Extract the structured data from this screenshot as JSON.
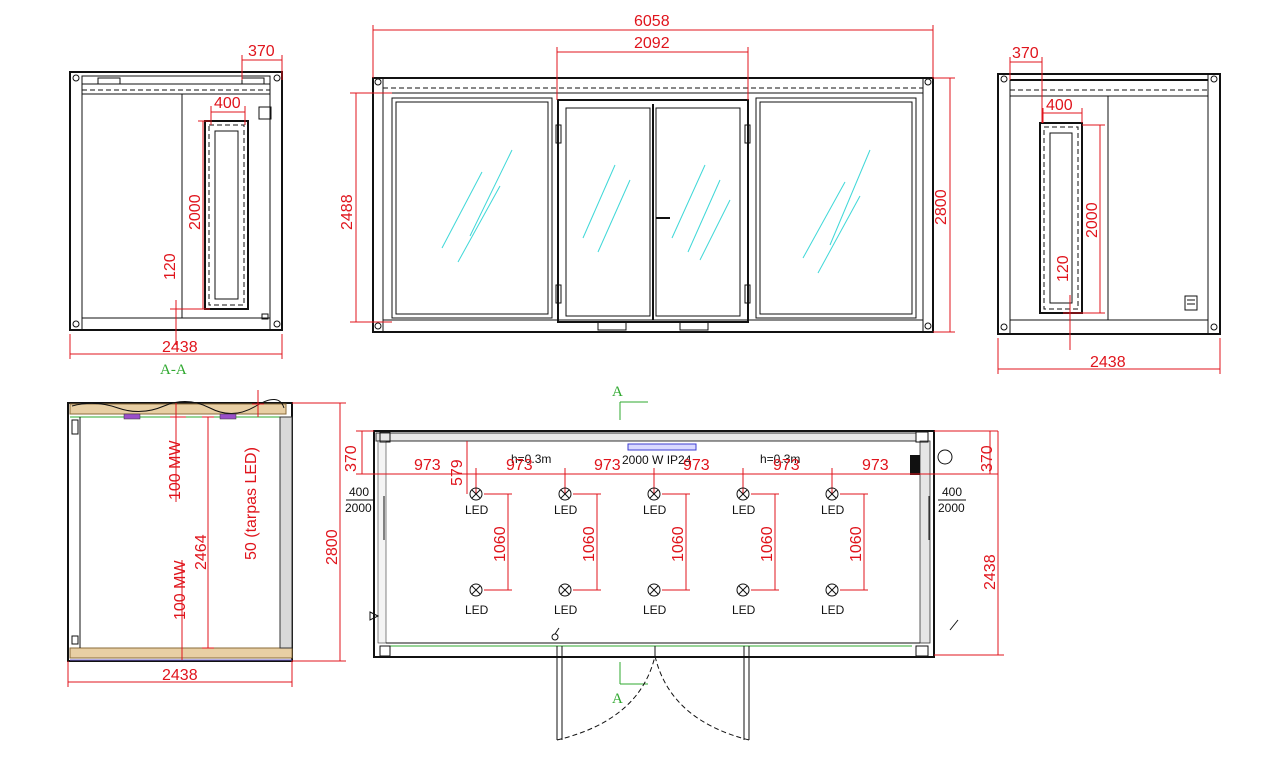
{
  "colors": {
    "dimension": "#e0141c",
    "section": "#2fa82f",
    "glass": "#3fd8d8",
    "line": "#111111"
  },
  "views": {
    "left_elevation": {
      "width": "2438",
      "top_offset": "370",
      "window_width": "400",
      "window_height": "2000",
      "sill": "120"
    },
    "front_elevation": {
      "length": "6058",
      "door_width": "2092",
      "glass_height": "2488",
      "height": "2800"
    },
    "right_elevation": {
      "width": "2438",
      "top_offset": "370",
      "window_width": "400",
      "window_height": "2000",
      "sill": "120"
    },
    "section": {
      "title": "A-A",
      "roof_insulation": "100 MW",
      "floor_insulation": "100 MW",
      "inner_height": "2464",
      "led_space": "50 (tarpas LED)",
      "height": "2800",
      "width": "2438"
    },
    "plan": {
      "section_mark": "A",
      "wall_offset": "370",
      "light_spacing": [
        "973",
        "973",
        "973",
        "973",
        "973",
        "973"
      ],
      "cable_offset": "579",
      "heater_left_height": "h=0.3m",
      "heater_right_height": "h=0.3m",
      "heater_label": "2000 W   IP24",
      "window_left_width": "400",
      "window_left_height": "2000",
      "window_right_width": "400",
      "window_right_height": "2000",
      "row_spacing": [
        "1060",
        "1060",
        "1060",
        "1060",
        "1060"
      ],
      "light_label": "LED",
      "right_offset": "370",
      "width": "2438"
    }
  }
}
